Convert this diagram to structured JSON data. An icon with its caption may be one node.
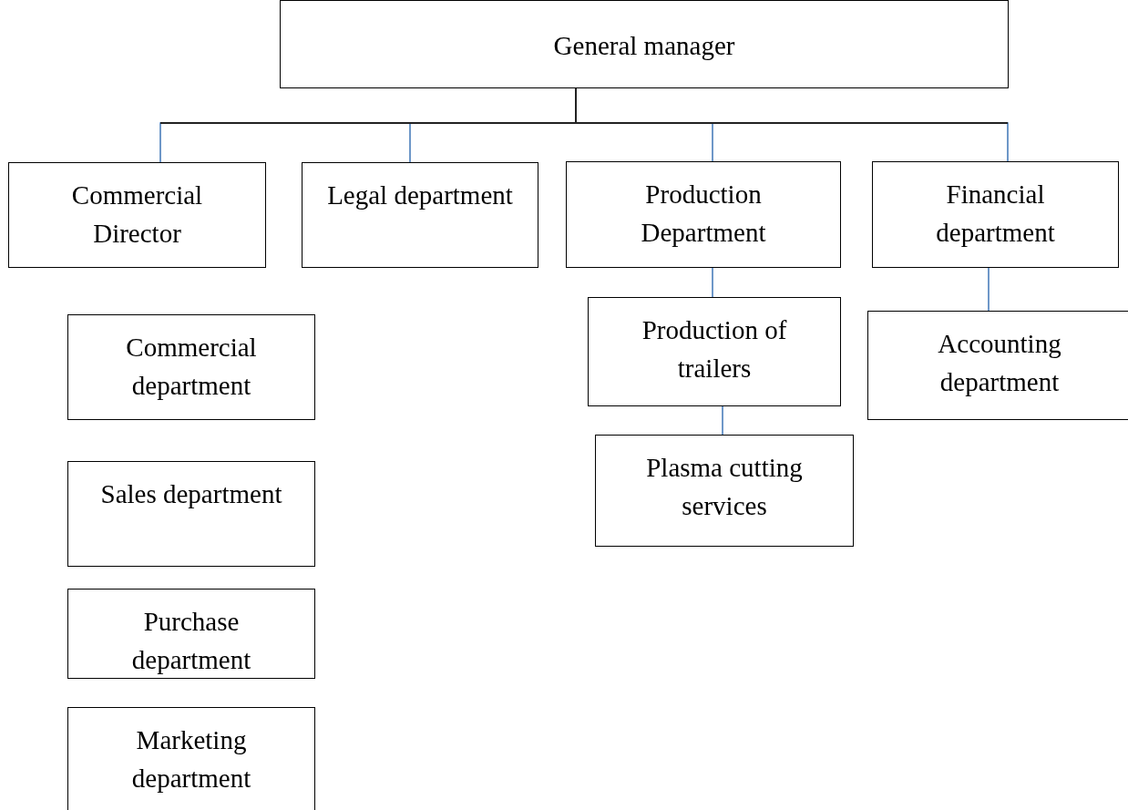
{
  "diagram": {
    "nodes": [
      {
        "text": [
          "General manager"
        ]
      },
      {
        "text": [
          "Commercial Director"
        ]
      },
      {
        "text": [
          "Legal department"
        ]
      },
      {
        "text": [
          "Production Department"
        ]
      },
      {
        "text": [
          "Financial department"
        ]
      },
      {
        "text": [
          "Commercial department"
        ]
      },
      {
        "text": [
          "Production of trailers"
        ]
      },
      {
        "text": [
          "Accounting department"
        ]
      },
      {
        "text": [
          "Sales department"
        ]
      },
      {
        "text": [
          "Plasma cutting services"
        ]
      },
      {
        "text": [
          "Purchase department"
        ]
      },
      {
        "text": [
          "Marketing department"
        ]
      }
    ],
    "edges": [
      {
        "from": 0,
        "to": 1,
        "arrow": "none"
      },
      {
        "from": 0,
        "to": 2,
        "arrow": "none"
      },
      {
        "from": 0,
        "to": 3,
        "arrow": "none"
      },
      {
        "from": 0,
        "to": 4,
        "arrow": "none"
      },
      {
        "from": 3,
        "to": 6,
        "arrow": "none",
        "color": "#4a7ebb"
      },
      {
        "from": 4,
        "to": 7,
        "arrow": "none",
        "color": "#4a7ebb"
      },
      {
        "from": 6,
        "to": 9,
        "arrow": "none",
        "color": "#4a7ebb"
      }
    ]
  }
}
